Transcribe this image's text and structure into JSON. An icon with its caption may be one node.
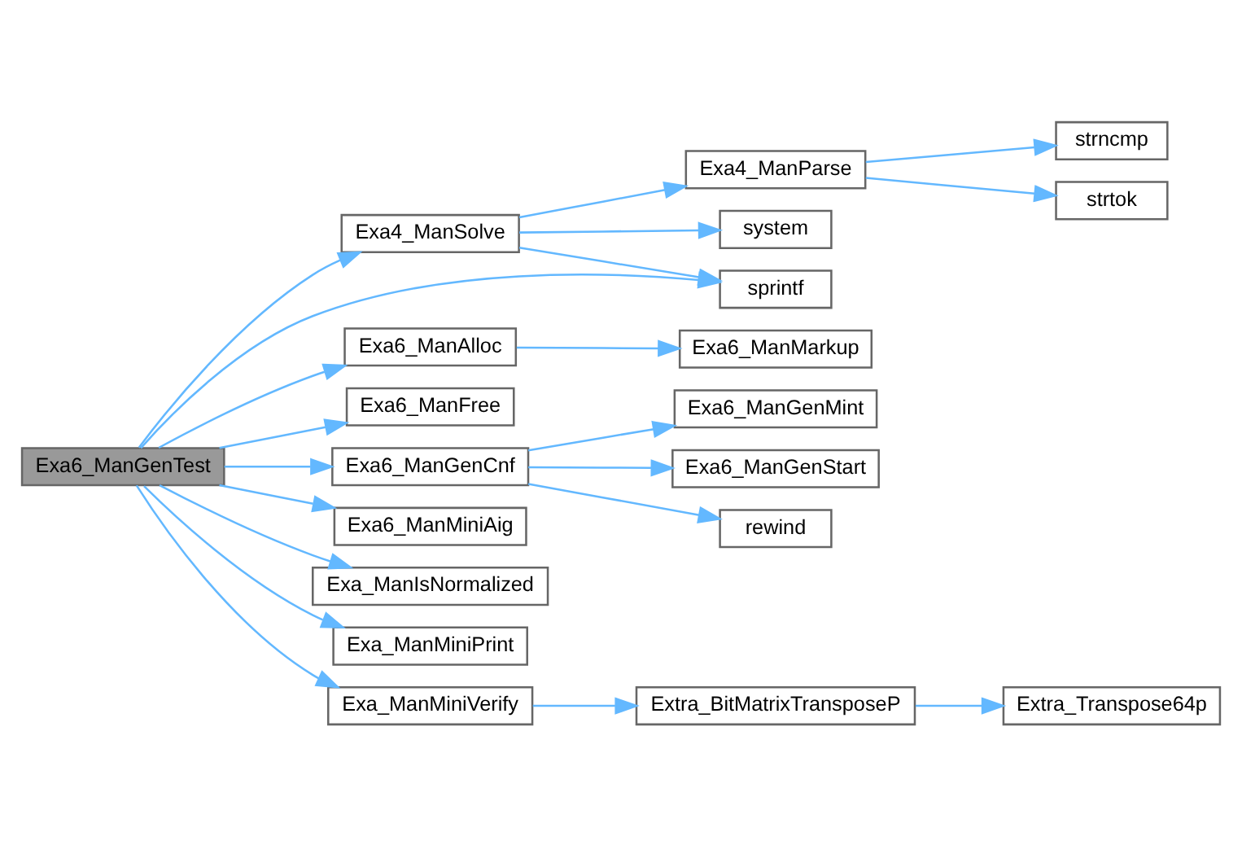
{
  "diagram": {
    "nodes": [
      {
        "text": [
          "Exa6_ManGenTest"
        ]
      },
      {
        "text": [
          "Exa4_ManSolve"
        ]
      },
      {
        "text": [
          "Exa4_ManParse"
        ]
      },
      {
        "text": [
          "strncmp"
        ]
      },
      {
        "text": [
          "strtok"
        ]
      },
      {
        "text": [
          "system"
        ]
      },
      {
        "text": [
          "sprintf"
        ]
      },
      {
        "text": [
          "Exa6_ManAlloc"
        ]
      },
      {
        "text": [
          "Exa6_ManMarkup"
        ]
      },
      {
        "text": [
          "Exa6_ManFree"
        ]
      },
      {
        "text": [
          "Exa6_ManGenCnf"
        ]
      },
      {
        "text": [
          "Exa6_ManGenMint"
        ]
      },
      {
        "text": [
          "Exa6_ManGenStart"
        ]
      },
      {
        "text": [
          "rewind"
        ]
      },
      {
        "text": [
          "Exa6_ManMiniAig"
        ]
      },
      {
        "text": [
          "Exa_ManIsNormalized"
        ]
      },
      {
        "text": [
          "Exa_ManMiniPrint"
        ]
      },
      {
        "text": [
          "Exa_ManMiniVerify"
        ]
      },
      {
        "text": [
          "Extra_BitMatrixTransposeP"
        ]
      },
      {
        "text": [
          "Extra_Transpose64p"
        ]
      }
    ],
    "edges": [
      {
        "from": 0,
        "to": 1,
        "arrow": "to"
      },
      {
        "from": 0,
        "to": 6,
        "arrow": "to"
      },
      {
        "from": 0,
        "to": 7,
        "arrow": "to"
      },
      {
        "from": 0,
        "to": 9,
        "arrow": "to"
      },
      {
        "from": 0,
        "to": 10,
        "arrow": "to"
      },
      {
        "from": 0,
        "to": 14,
        "arrow": "to"
      },
      {
        "from": 0,
        "to": 15,
        "arrow": "to"
      },
      {
        "from": 0,
        "to": 16,
        "arrow": "to"
      },
      {
        "from": 0,
        "to": 17,
        "arrow": "to"
      },
      {
        "from": 1,
        "to": 2,
        "arrow": "to"
      },
      {
        "from": 1,
        "to": 5,
        "arrow": "to"
      },
      {
        "from": 1,
        "to": 6,
        "arrow": "to"
      },
      {
        "from": 2,
        "to": 3,
        "arrow": "to"
      },
      {
        "from": 2,
        "to": 4,
        "arrow": "to"
      },
      {
        "from": 7,
        "to": 8,
        "arrow": "to"
      },
      {
        "from": 10,
        "to": 11,
        "arrow": "to"
      },
      {
        "from": 10,
        "to": 12,
        "arrow": "to"
      },
      {
        "from": 10,
        "to": 13,
        "arrow": "to"
      },
      {
        "from": 17,
        "to": 18,
        "arrow": "to"
      },
      {
        "from": 18,
        "to": 19,
        "arrow": "to"
      }
    ]
  }
}
